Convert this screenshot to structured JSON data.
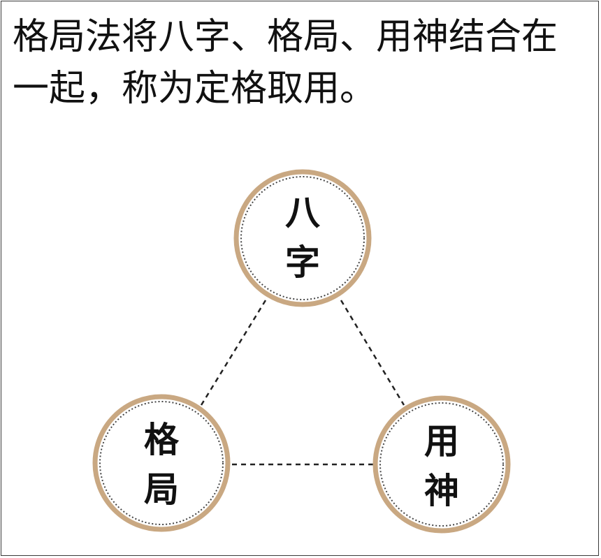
{
  "caption": "格局法将八字、格局、用神结合在一起，称为定格取用。",
  "nodes": [
    {
      "id": "bazi",
      "line1": "八",
      "line2": "字"
    },
    {
      "id": "geju",
      "line1": "格",
      "line2": "局"
    },
    {
      "id": "yongshen",
      "line1": "用",
      "line2": "神"
    }
  ],
  "colors": {
    "ring": "#c9a882",
    "dots": "#444444",
    "connector": "#222222",
    "text": "#111111"
  }
}
